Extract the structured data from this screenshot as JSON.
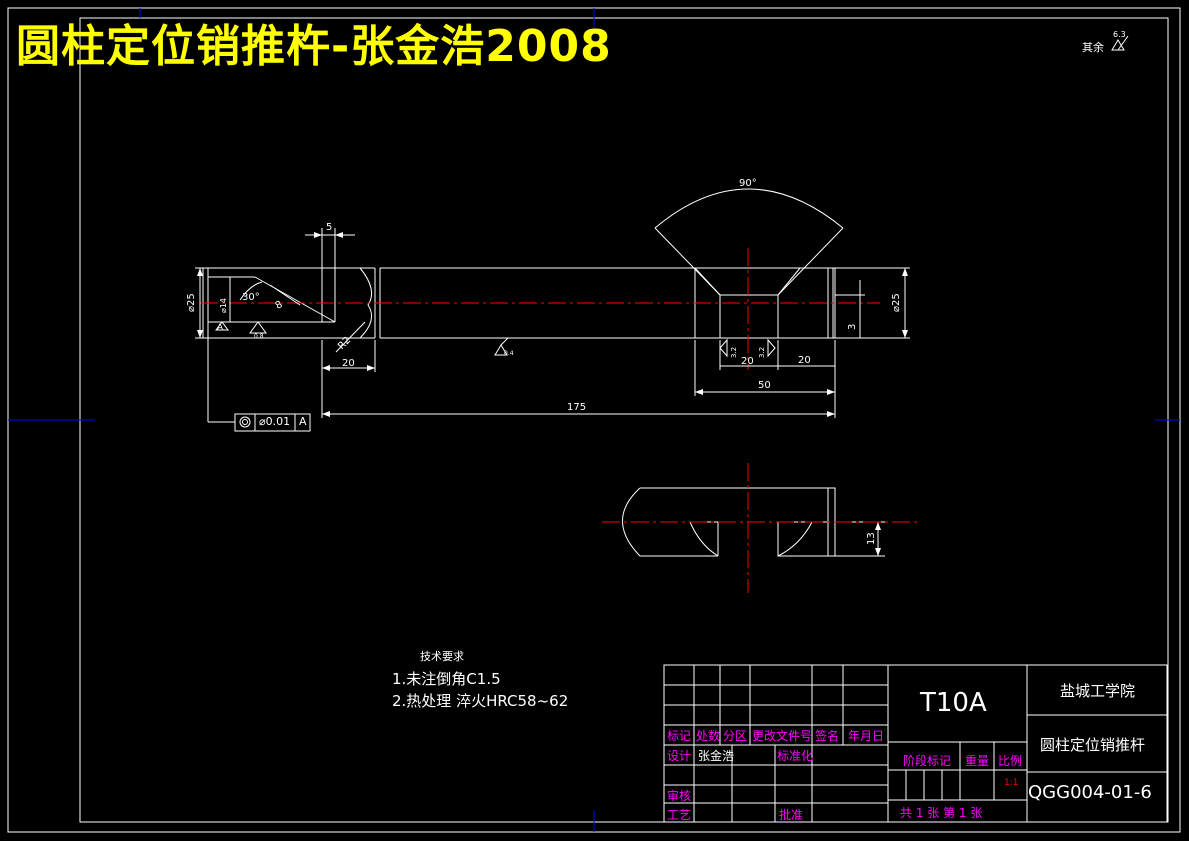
{
  "title": "圆柱定位销推杵-张金浩2008",
  "surface_note": {
    "prefix": "其余",
    "value": "6.3"
  },
  "dimensions": {
    "d5": "5",
    "d90": "90°",
    "d30": "30°",
    "dia25_left": "⌀25",
    "dia14": "⌀14",
    "chamfer8": "8",
    "r2": "R2",
    "rough_main": "0.4",
    "rough_left": "0.8",
    "d20_left": "20",
    "d175": "175",
    "d50": "50",
    "d20_slot": "20",
    "d20_right": "20",
    "d3": "3",
    "dia25_right": "⌀25",
    "rough_slot_a": "3.2",
    "rough_slot_b": "3.2",
    "d13": "13",
    "datum_a_left": "A"
  },
  "tolerance_frame": {
    "symbol": "◎",
    "value": "⌀0.01",
    "datum": "A"
  },
  "tech_requirements": {
    "heading": "技术要求",
    "items": [
      "1.未注倒角C1.5",
      "2.热处理 淬火HRC58~62"
    ]
  },
  "title_block": {
    "material": "T10A",
    "school": "盐城工学院",
    "part_name": "圆柱定位销推杆",
    "drawing_no": "QGG004-01-6",
    "headers": [
      "标记",
      "处数",
      "分区",
      "更改文件号",
      "签名",
      "年月日"
    ],
    "design_label": "设计",
    "designer": "张金浩",
    "standardization": "标准化",
    "check": "审核",
    "process": "工艺",
    "approve": "批准",
    "stage_mark": "阶段标记",
    "weight": "重量",
    "scale": "比例",
    "scale_value": "1:1",
    "sheets": "共 1 张 第 1 张"
  }
}
